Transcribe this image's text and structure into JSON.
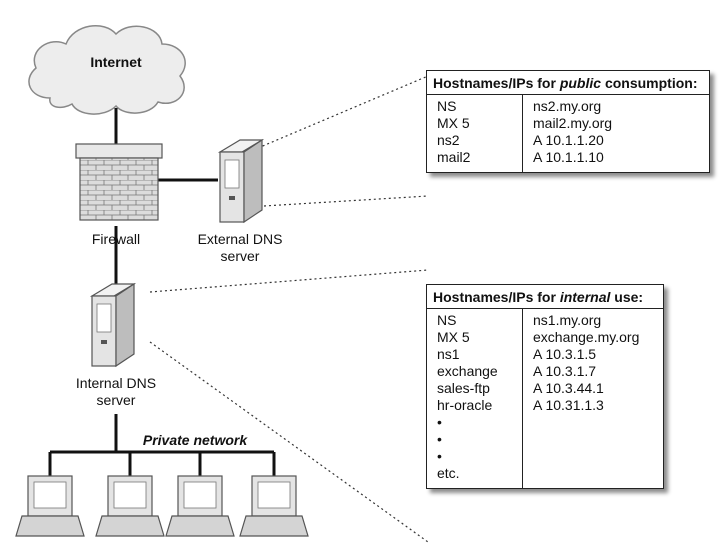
{
  "nodes": {
    "internet": "Internet",
    "firewall": "Firewall",
    "external_dns": [
      "External DNS",
      "server"
    ],
    "internal_dns": [
      "Internal DNS",
      "server"
    ],
    "private_network": "Private network"
  },
  "public_table": {
    "title_pre": "Hostnames/IPs for ",
    "title_em": "public",
    "title_post": " consumption:",
    "rows": [
      {
        "name": "NS",
        "value": "ns2.my.org"
      },
      {
        "name": "MX 5",
        "value": "mail2.my.org"
      },
      {
        "name": "ns2",
        "value": "A 10.1.1.20"
      },
      {
        "name": "mail2",
        "value": "A 10.1.1.10"
      }
    ]
  },
  "internal_table": {
    "title_pre": "Hostnames/IPs for ",
    "title_em": "internal",
    "title_post": " use:",
    "rows": [
      {
        "name": "NS",
        "value": "ns1.my.org"
      },
      {
        "name": "MX 5",
        "value": "exchange.my.org"
      },
      {
        "name": "ns1",
        "value": "A 10.3.1.5"
      },
      {
        "name": "exchange",
        "value": "A 10.3.1.7"
      },
      {
        "name": "sales-ftp",
        "value": "A 10.3.44.1"
      },
      {
        "name": "hr-oracle",
        "value": "A 10.31.1.3"
      },
      {
        "name": "•",
        "value": ""
      },
      {
        "name": "•",
        "value": ""
      },
      {
        "name": "•",
        "value": ""
      },
      {
        "name": "etc.",
        "value": ""
      }
    ]
  },
  "icons": {
    "cloud": "internet-cloud-icon",
    "firewall": "brick-wall-firewall-icon",
    "server": "server-tower-icon",
    "workstation": "desktop-computer-icon"
  }
}
